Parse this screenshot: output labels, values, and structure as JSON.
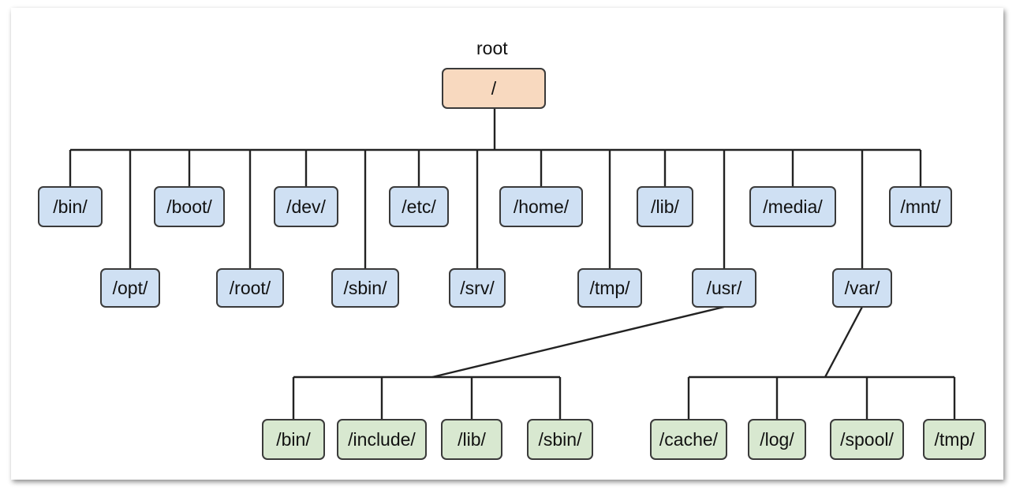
{
  "diagram": {
    "root_caption": "root",
    "root_node": "/",
    "top_level_row1": [
      "/bin/",
      "/boot/",
      "/dev/",
      "/etc/",
      "/home/",
      "/lib/",
      "/media/",
      "/mnt/"
    ],
    "top_level_row2": [
      "/opt/",
      "/root/",
      "/sbin/",
      "/srv/",
      "/tmp/",
      "/usr/",
      "/var/"
    ],
    "usr_children": [
      "/bin/",
      "/include/",
      "/lib/",
      "/sbin/"
    ],
    "var_children": [
      "/cache/",
      "/log/",
      "/spool/",
      "/tmp/"
    ]
  },
  "colors": {
    "root_fill": "#f8d9bf",
    "level1_fill": "#cfe0f3",
    "level2_fill": "#d8e8d0",
    "background": "#ececec",
    "line": "#222222"
  }
}
